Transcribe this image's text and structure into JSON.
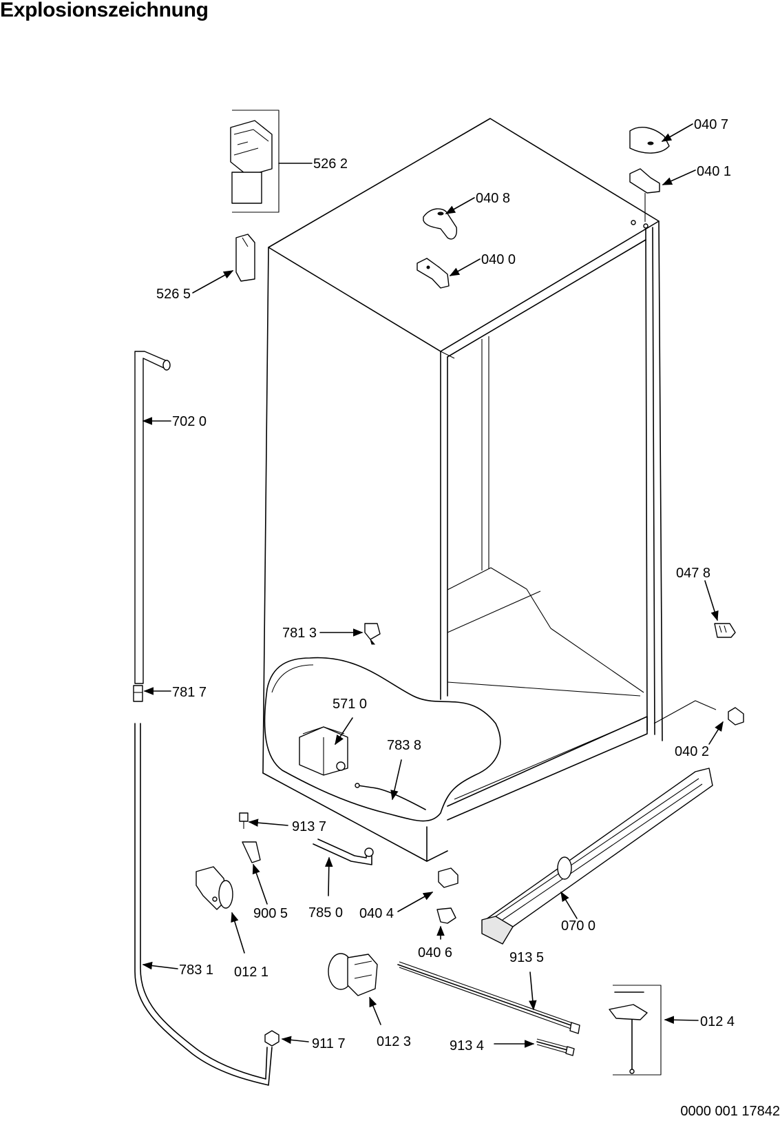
{
  "title": "Explosionszeichnung",
  "document_number": "0000 001 17842",
  "callouts": [
    {
      "id": "c5262",
      "label": "526 2"
    },
    {
      "id": "c5265",
      "label": "526 5"
    },
    {
      "id": "c0407",
      "label": "040 7"
    },
    {
      "id": "c0401",
      "label": "040 1"
    },
    {
      "id": "c0408",
      "label": "040 8"
    },
    {
      "id": "c0400",
      "label": "040 0"
    },
    {
      "id": "c7020",
      "label": "702 0"
    },
    {
      "id": "c0478",
      "label": "047 8"
    },
    {
      "id": "c7813",
      "label": "781 3"
    },
    {
      "id": "c7817",
      "label": "781 7"
    },
    {
      "id": "c5710",
      "label": "571 0"
    },
    {
      "id": "c7838",
      "label": "783 8"
    },
    {
      "id": "c0402",
      "label": "040 2"
    },
    {
      "id": "c9137",
      "label": "913 7"
    },
    {
      "id": "c9005",
      "label": "900 5"
    },
    {
      "id": "c7850",
      "label": "785 0"
    },
    {
      "id": "c0404",
      "label": "040 4"
    },
    {
      "id": "c0700",
      "label": "070 0"
    },
    {
      "id": "c0406",
      "label": "040 6"
    },
    {
      "id": "c9135",
      "label": "913 5"
    },
    {
      "id": "c7831",
      "label": "783 1"
    },
    {
      "id": "c0121",
      "label": "012 1"
    },
    {
      "id": "c0124",
      "label": "012 4"
    },
    {
      "id": "c9117",
      "label": "911 7"
    },
    {
      "id": "c0123",
      "label": "012 3"
    },
    {
      "id": "c9134",
      "label": "913 4"
    }
  ]
}
